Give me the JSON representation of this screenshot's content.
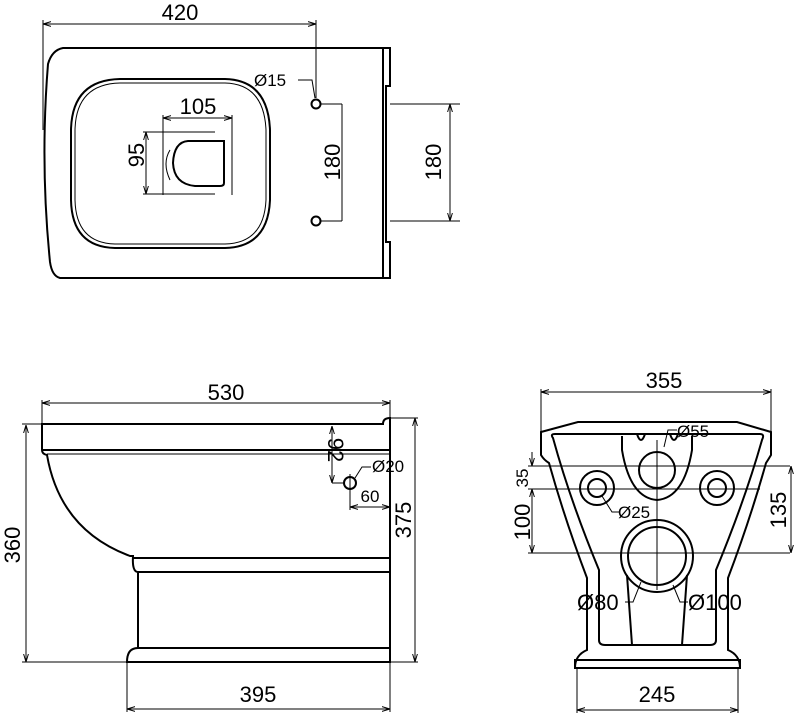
{
  "top_view": {
    "width": "420",
    "seat_opening_width": "105",
    "seat_opening_depth": "95",
    "bolt_hole_diameter": "Ø15",
    "bolt_spacing": "180",
    "wall_bolt_spacing": "180"
  },
  "side_view": {
    "length": "530",
    "height": "360",
    "total_height": "375",
    "base_length": "395",
    "inlet_height": "92",
    "inlet_diameter": "Ø20",
    "inlet_offset": "60"
  },
  "front_view": {
    "width": "355",
    "base_width": "245",
    "top_hole_diameter": "Ø55",
    "side_hole_diameter": "Ø25",
    "outlet_inner_diameter": "Ø80",
    "outlet_outer_diameter": "Ø100",
    "dim_35": "35",
    "dim_100": "100",
    "dim_135": "135"
  },
  "colors": {
    "line": "#000000",
    "background": "#ffffff"
  }
}
